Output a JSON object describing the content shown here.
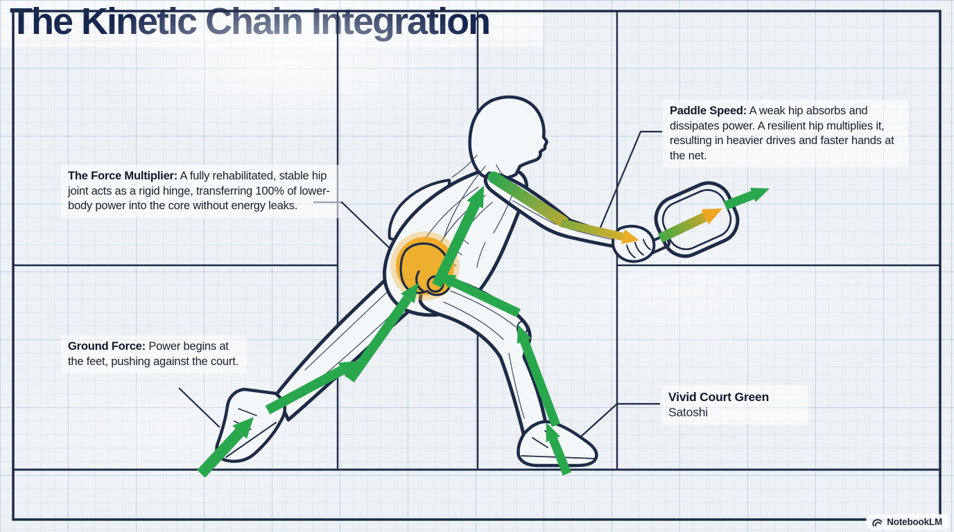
{
  "title": {
    "text": "The Kinetic Chain Integration"
  },
  "callouts": {
    "force_multiplier": {
      "lead": "The Force Multiplier:",
      "body": "A fully rehabilitated, stable hip joint acts as a rigid hinge, transferring 100% of lower-body power into the core without energy leaks."
    },
    "paddle_speed": {
      "lead": "Paddle Speed:",
      "body": "A weak hip absorbs and dissipates power. A resilient hip multiplies it, resulting in heavier drives and faster hands at the net."
    },
    "ground_force": {
      "lead": "Ground Force:",
      "body": "Power begins at the feet, pushing against the court."
    },
    "design_spec": {
      "color_name": "Vivid Court Green",
      "font_name": "Satoshi"
    }
  },
  "watermark": {
    "label": "NotebookLM",
    "icon": "notebooklm-swirl-icon"
  },
  "colors": {
    "vivid_court_green": "#29a74c",
    "power_amber": "#f0a41f",
    "blueprint_navy": "#1d2b47",
    "title_navy": "#15264e",
    "paper": "#edf1f5"
  }
}
